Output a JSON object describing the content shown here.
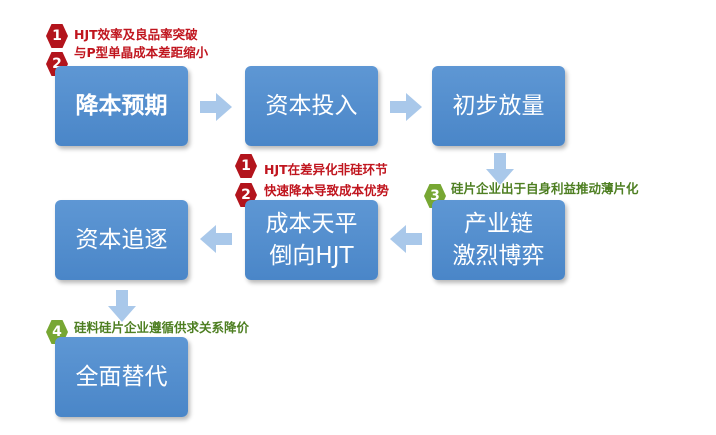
{
  "colors": {
    "box": "#4f8ace",
    "arrow": "#a9c8ea",
    "badge_red": "#b3141c",
    "badge_green": "#77a733",
    "note_red": "#c0151e",
    "note_green": "#4e7f22"
  },
  "boxes": {
    "b1": "降本预期",
    "b2": "资本投入",
    "b3": "初步放量",
    "b4_line1": "产业链",
    "b4_line2": "激烈博弈",
    "b5_line1": "成本天平",
    "b5_line2": "倒向HJT",
    "b6": "资本追逐",
    "b7": "全面替代"
  },
  "badges": {
    "top1": "1",
    "top2": "2",
    "mid1": "1",
    "mid2": "2",
    "g3": "3",
    "g4": "4"
  },
  "notes": {
    "top1": "HJT效率及良品率突破",
    "top2": "与P型单晶成本差距缩小",
    "mid1": "HJT在差异化非硅环节",
    "mid2": "快速降本导致成本优势",
    "g3": "硅片企业出于自身利益推动薄片化",
    "g4": "硅料硅片企业遵循供求关系降价"
  },
  "icons": {
    "arrow_right": "arrow-right-icon",
    "arrow_down": "arrow-down-icon",
    "arrow_left": "arrow-left-icon"
  }
}
